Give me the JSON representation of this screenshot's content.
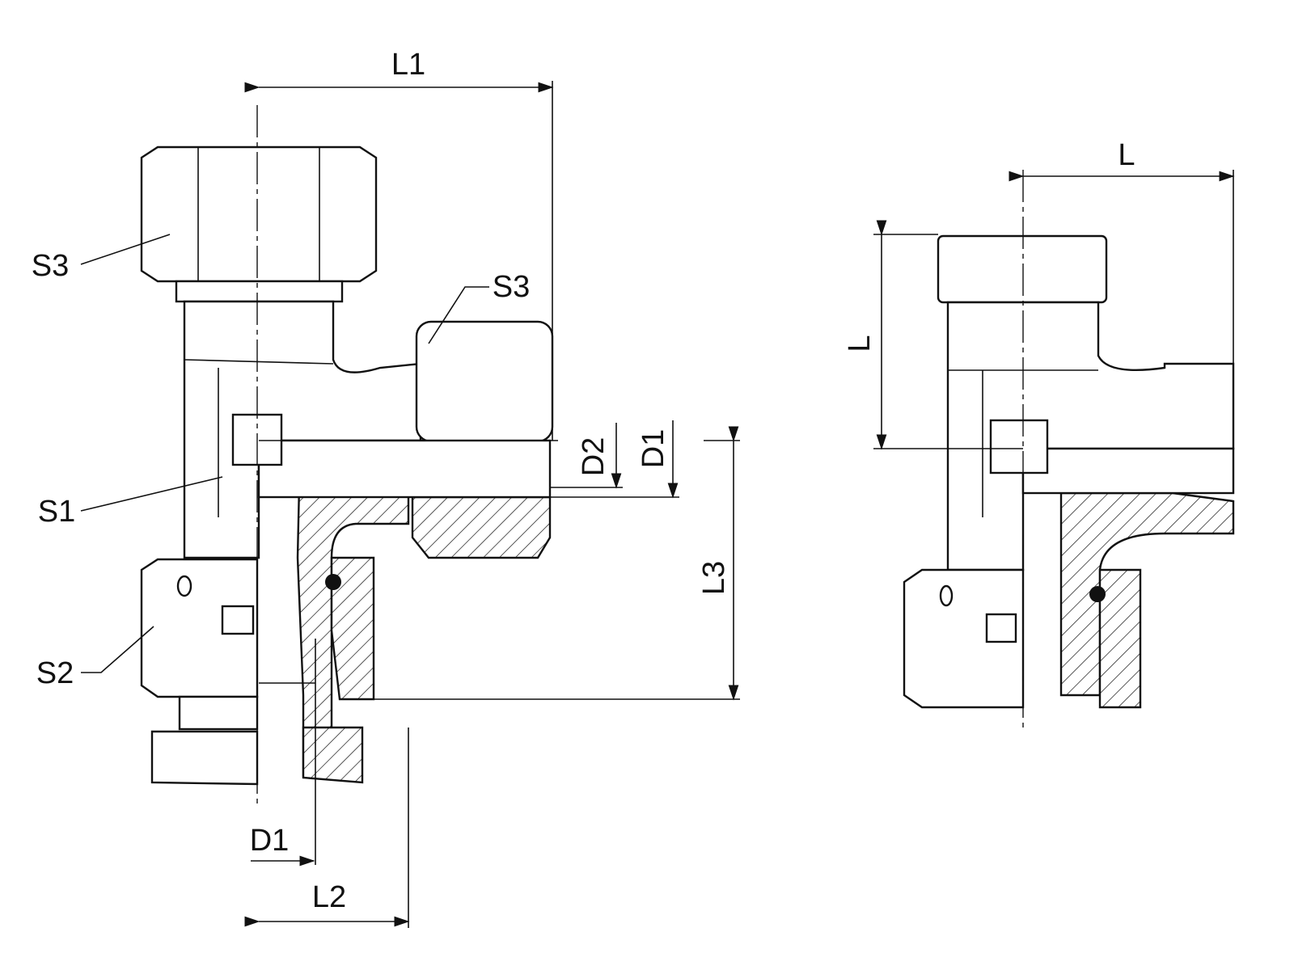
{
  "left_view": {
    "dimensions": {
      "l1": "L1",
      "l2": "L2",
      "l3": "L3",
      "d1_side": "D1",
      "d2": "D2",
      "d1_bottom": "D1"
    },
    "callouts": {
      "s3_top": "S3",
      "s3_side": "S3",
      "s1": "S1",
      "s2": "S2"
    }
  },
  "right_view": {
    "dimensions": {
      "l_horizontal": "L",
      "l_vertical": "L"
    }
  },
  "colors": {
    "line": "#111111",
    "background": "#ffffff"
  }
}
